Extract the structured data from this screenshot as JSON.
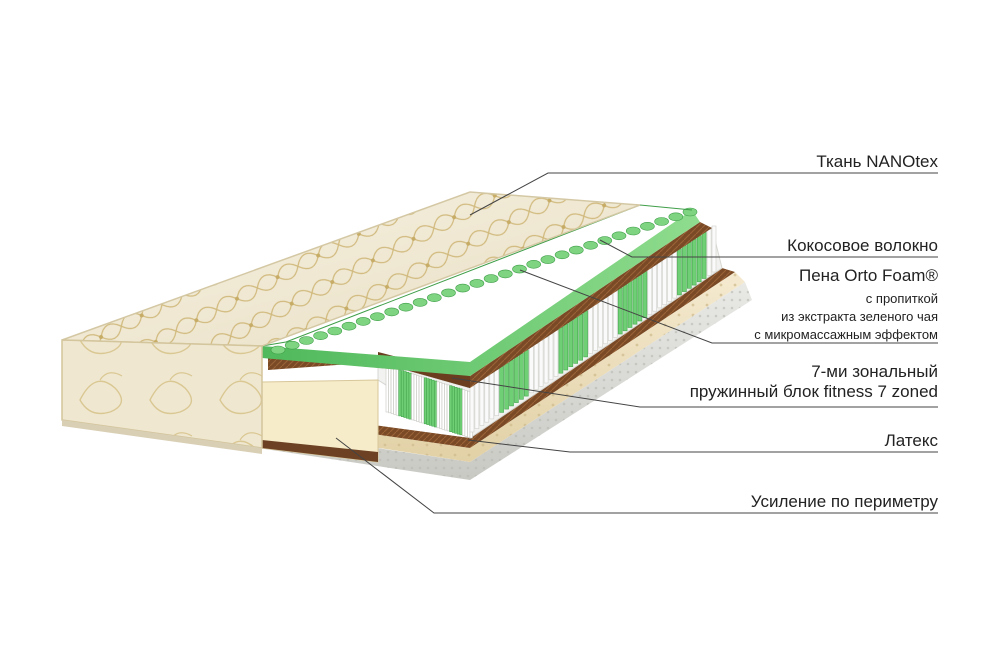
{
  "labels": {
    "fabric": "Ткань NANOtex",
    "coconut": "Кокосовое волокно",
    "foam": "Пена Orto Foam®",
    "foam_note": [
      "с пропиткой",
      "из экстракта зеленого чая",
      "с микромассажным эффектом"
    ],
    "springs": [
      "7-ми зональный",
      "пружинный блок fitness 7 zoned"
    ],
    "latex": "Латекс",
    "perimeter": "Усиление по периметру"
  },
  "colors": {
    "fabric": "#eee6cf",
    "fabric_pattern": "#d2b86a",
    "coconut": "#7a4a26",
    "green_foam": "#63c46a",
    "spring_pocket": "#f4f4f4",
    "spring_green": "#6fcf74",
    "latex": "#ebdcb4",
    "side": "#f0e9d6",
    "base": "#dcdcd8",
    "callout_line": "#444444"
  }
}
